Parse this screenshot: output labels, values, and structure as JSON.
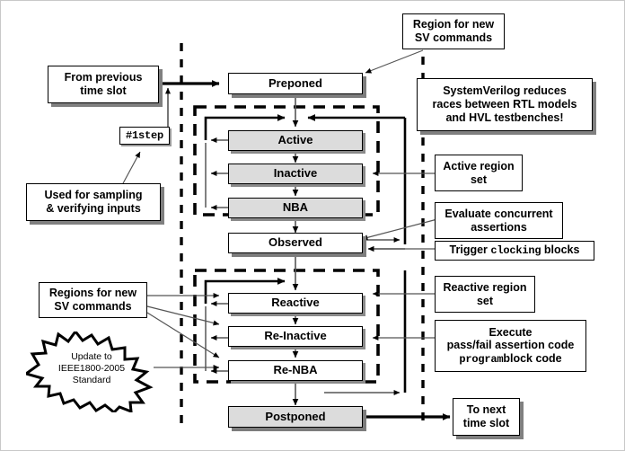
{
  "diagram": {
    "title": "SystemVerilog scheduling regions / stratified event queue",
    "colors": {
      "region_fill": "#dcdcdc",
      "box_fill": "#ffffff",
      "outline": "#000000",
      "shadow": "#7d7d7d",
      "page_border": "#c8c8c8"
    }
  },
  "regions": {
    "preponed": "Preponed",
    "active": "Active",
    "inactive": "Inactive",
    "nba": "NBA",
    "observed": "Observed",
    "reactive": "Reactive",
    "re_inactive": "Re-Inactive",
    "re_nba": "Re-NBA",
    "postponed": "Postponed"
  },
  "endpoints": {
    "from_previous": "From previous\ntime slot",
    "from_previous_line1": "From previous",
    "from_previous_line2": "time slot",
    "to_next_line1": "To next",
    "to_next_line2": "time slot"
  },
  "labels": {
    "one_step": "#1step",
    "sampling_line1": "Used for sampling",
    "sampling_line2": "& verifying inputs",
    "region_new_sv_line1": "Region for new",
    "region_new_sv_line2": "SV commands",
    "regions_new_sv_line1": "Regions for new",
    "regions_new_sv_line2": "SV commands",
    "sv_reduces_line1": "SystemVerilog reduces",
    "sv_reduces_line2": "races between RTL models",
    "sv_reduces_line3": "and HVL testbenches!",
    "active_region_line1": "Active region",
    "active_region_line2": "set",
    "evaluate_line1": "Evaluate concurrent",
    "evaluate_line2": "assertions",
    "trigger_pre": "Trigger ",
    "trigger_mono": "clocking",
    "trigger_post": " blocks",
    "reactive_region_line1": "Reactive region",
    "reactive_region_line2": "set",
    "execute_line1": "Execute",
    "execute_line2": "pass/fail assertion code",
    "execute_mono": "program",
    "execute_line3_post": "block code"
  },
  "starburst": {
    "line1": "Update to",
    "line2": "IEEE1800-2005",
    "line3": "Standard"
  }
}
